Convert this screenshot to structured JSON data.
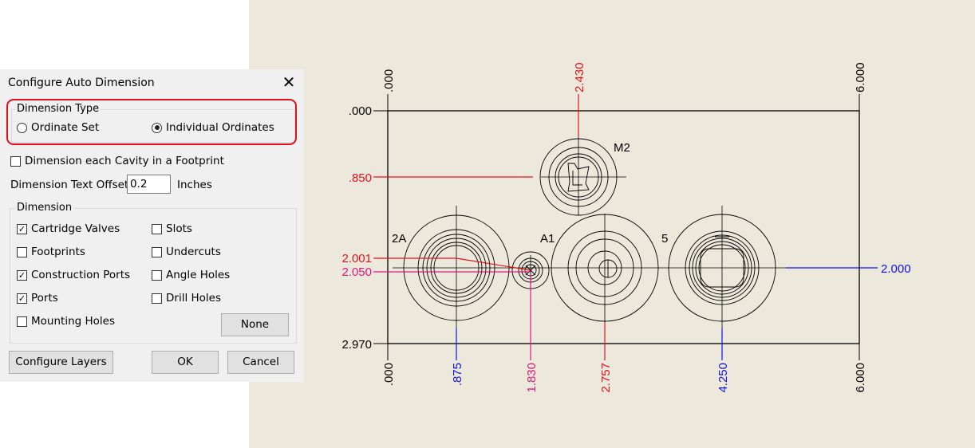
{
  "dialog": {
    "title": "Configure Auto Dimension",
    "dimension_type": {
      "label": "Dimension Type",
      "options": [
        "Ordinate Set",
        "Individual Ordinates"
      ],
      "selected": "Individual Ordinates"
    },
    "each_cavity_label": "Dimension each Cavity in a Footprint",
    "each_cavity_checked": false,
    "text_offset_label": "Dimension Text Offset",
    "text_offset_value": "0.2",
    "text_offset_unit": "Inches",
    "dimension_group": {
      "label": "Dimension",
      "items": [
        {
          "label": "Cartridge Valves",
          "checked": true
        },
        {
          "label": "Footprints",
          "checked": false
        },
        {
          "label": "Construction Ports",
          "checked": true
        },
        {
          "label": "Ports",
          "checked": true
        },
        {
          "label": "Mounting Holes",
          "checked": false
        },
        {
          "label": "Slots",
          "checked": false
        },
        {
          "label": "Undercuts",
          "checked": false
        },
        {
          "label": "Angle Holes",
          "checked": false
        },
        {
          "label": "Drill Holes",
          "checked": false
        }
      ],
      "none_button": "None"
    },
    "buttons": {
      "configure_layers": "Configure Layers",
      "ok": "OK",
      "cancel": "Cancel"
    }
  },
  "drawing": {
    "colors": {
      "red": "#e8101a",
      "blue": "#1010e8",
      "magenta": "#e0157a",
      "black": "#000000",
      "background": "#ece9dc"
    },
    "top_labels": [
      ".000",
      "2.430",
      "6.000"
    ],
    "bottom_labels": [
      ".000",
      ".875",
      "1.830",
      "2.757",
      "4.250",
      "6.000"
    ],
    "left_labels": [
      ".000",
      ".850",
      "2.001",
      "2.050",
      "2.970"
    ],
    "right_labels": [
      "2.000"
    ],
    "cavity_labels": [
      "M2",
      "2A",
      "A1",
      "5"
    ]
  }
}
